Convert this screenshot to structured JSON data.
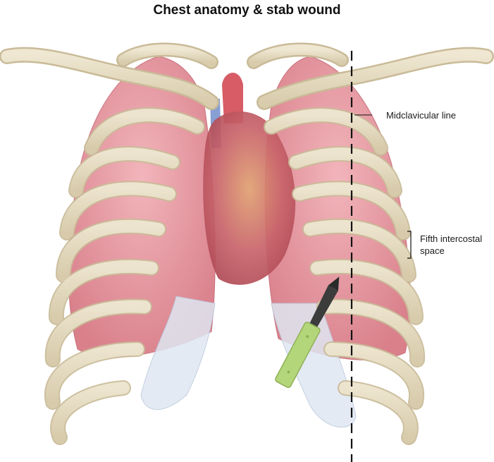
{
  "title": "Chest anatomy & stab wound",
  "labels": {
    "midclavicular": "Midclavicular line",
    "intercostal_line1": "Fifth intercostal",
    "intercostal_line2": "space"
  },
  "colors": {
    "bone": "#e6dcc3",
    "bone_edge": "#c9bb98",
    "lung": "#e79aa2",
    "lung_edge": "#c9737e",
    "heart": "#c85a60",
    "cartilage": "#dfe7f2",
    "knife_handle": "#b3d67a",
    "knife_blade": "#3c3c3c",
    "line": "#111111"
  }
}
